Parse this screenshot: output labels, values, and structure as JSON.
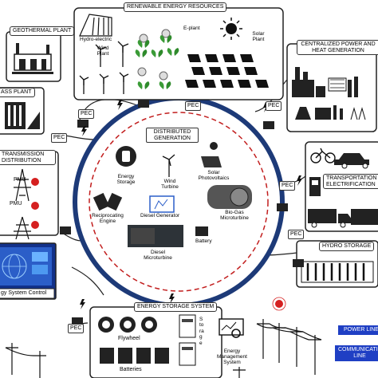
{
  "center": {
    "title": "DISTRIBUTED GENERATION",
    "items": {
      "energy_storage": "Energy Storage",
      "wind_turbine": "Wind Turbine",
      "solar_pv": "Solar Photovoltaics",
      "diesel_generator": "Diesel Generator",
      "reciprocating_engine": "Reciprocating Engine",
      "biogas": "Bio-Gas Microturbine",
      "diesel_microturbine": "Diesel Microturbine",
      "battery": "Battery"
    }
  },
  "renewable": {
    "title": "RENEWABLE ENERGY RESOURCES",
    "hydro": "Hydro-electric",
    "wind": "Wind Plant",
    "eplant": "E-plant",
    "solar": "Solar Plant"
  },
  "geothermal": {
    "title": "GEOTHERMAL PLANT"
  },
  "biomass": {
    "title": "ASS PLANT"
  },
  "transmission": {
    "title": "TRANSMISSION DISTRIBUTION",
    "pmu1": "PMU",
    "pmu2": "PMU"
  },
  "control": {
    "label": "gy System Control"
  },
  "centralized": {
    "title": "CENTRALIZED POWER AND HEAT GENERATION"
  },
  "transport": {
    "title": "TRANSPORTATION ELECTRIFICATION"
  },
  "hydro_storage": {
    "title": "HYDRO STORAGE"
  },
  "storage_system": {
    "title": "ENERGY STORAGE SYSTEM",
    "flywheel": "Flywheel",
    "batteries": "Batteries",
    "storage": "Storage",
    "ems": "Energy Management System"
  },
  "legend": {
    "power_line": "POWER LINE",
    "comm_line": "COMMUNICATION LINE"
  },
  "pec_label": "PEC"
}
